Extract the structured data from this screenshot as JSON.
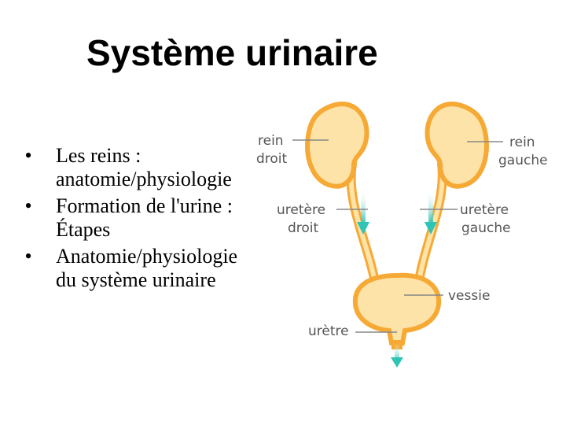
{
  "title": "Système urinaire",
  "bullets": [
    {
      "line1": "Les reins :",
      "line2": "anatomie/physiologie"
    },
    {
      "line1": "Formation de l'urine :",
      "line2": "Étapes"
    },
    {
      "line1": "Anatomie/physiologie",
      "line2": "du système urinaire"
    }
  ],
  "diagram": {
    "labels": {
      "rein_droit": [
        "rein",
        "droit"
      ],
      "rein_gauche": [
        "rein",
        "gauche"
      ],
      "uretere_droit": [
        "uretère",
        "droit"
      ],
      "uretere_gauche": [
        "uretère",
        "gauche"
      ],
      "vessie": "vessie",
      "uretre": "urètre"
    },
    "colors": {
      "organ_fill": "#fde3a7",
      "organ_outline": "#f6a934",
      "flow_arrow": "#2ec4b6",
      "leader_line": "#888888"
    }
  }
}
